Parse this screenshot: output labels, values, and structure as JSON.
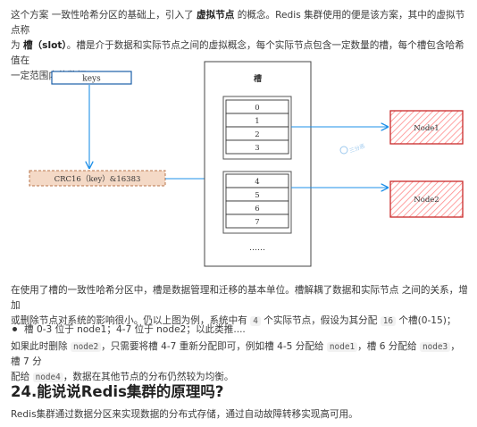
{
  "intro": {
    "line1_a": "这个方案 一致性哈希分区的基础上，引入了 ",
    "line1_bold": "虚拟节点",
    "line1_b": " 的概念。Redis 集群使用的便是该方案，其中的虚拟节点称",
    "line2_a": "为 ",
    "line2_bold": "槽（slot）",
    "line2_b": "。槽是介于数据和实际节点之间的虚拟概念，每个实际节点包含一定数量的槽，每个槽包含哈希值在",
    "line3": "一定范围内的数据。"
  },
  "diagram": {
    "keys_label": "keys",
    "crc_label": "CRC16（key）&16383",
    "slot_title": "槽",
    "slots_group1": [
      "0",
      "1",
      "2",
      "3"
    ],
    "slots_group2": [
      "4",
      "5",
      "6",
      "7"
    ],
    "ellipsis": "……",
    "node1_label": "Node1",
    "node2_label": "Node2",
    "watermark": "三分恶",
    "colors": {
      "arrow": "#1e90e8",
      "node_stroke": "#c92a2a",
      "node_hatch": "#ff8a8a",
      "crc_fill": "#f4d9c6",
      "crc_stroke": "#b8744a",
      "keys_stroke": "#1c5fa8"
    }
  },
  "para2": {
    "line1": "在使用了槽的一致性哈希分区中，槽是数据管理和迁移的基本单位。槽解耦了数据和实际节点 之间的关系，增加",
    "line2_a": "或删除节点对系统的影响很小。仍以上图为例，系统中有 ",
    "line2_code1": "4",
    "line2_b": " 个实际节点，假设为其分配 ",
    "line2_code2": "16",
    "line2_c": " 个槽(0-15)；"
  },
  "bullet": {
    "text": "槽 0-3 位于 node1；4-7 位于 node2；以此类推...."
  },
  "para3": {
    "line1_a": "如果此时删除 ",
    "code_node2": "node2",
    "line1_b": "，只需要将槽 4-7 重新分配即可，例如槽 4-5 分配给 ",
    "code_node1": "node1",
    "line1_c": "，槽 6 分配给 ",
    "code_node3": "node3",
    "line1_d": "，槽 7 分",
    "line2_a": "配给 ",
    "code_node4": "node4",
    "line2_b": "，数据在其他节点的分布仍然较为均衡。"
  },
  "heading": {
    "text": "24.能说说Redis集群的原理吗?"
  },
  "para4": {
    "text": "Redis集群通过数据分区来实现数据的分布式存储，通过自动故障转移实现高可用。"
  }
}
